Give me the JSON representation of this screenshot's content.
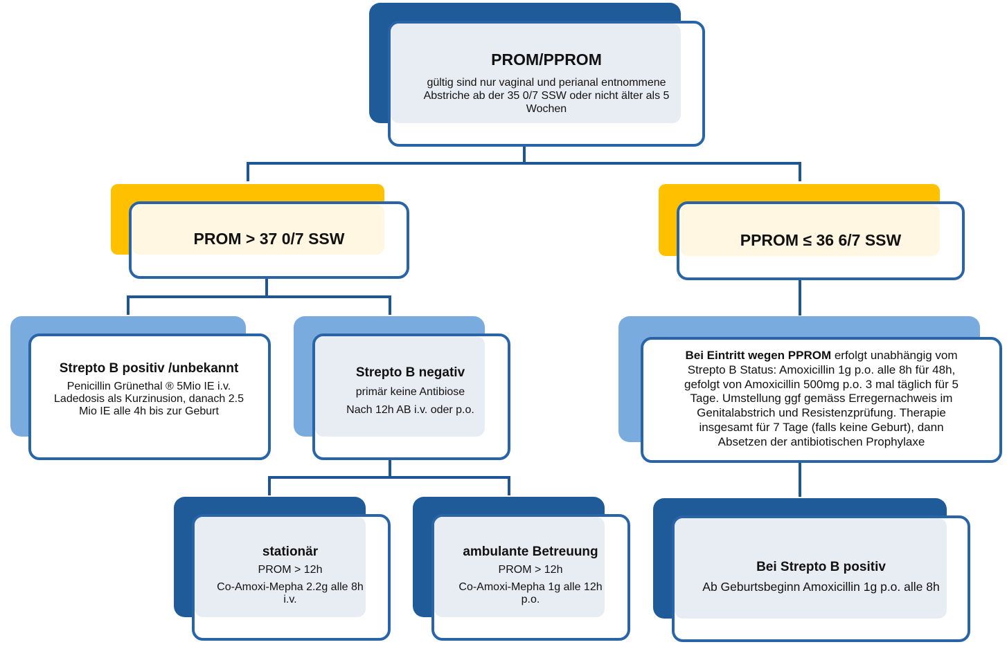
{
  "colors": {
    "connector": "#1e5596",
    "border": "#2a64a8",
    "shadow_dark": "#1f5b98",
    "shadow_light": "#7aabdf",
    "shadow_gold": "#ffc000",
    "fill_blue": "#e8edf4",
    "fill_cream": "#fff7e1",
    "fill_white": "#ffffff"
  },
  "nodes": {
    "root": {
      "title": "PROM/PPROM",
      "lines": [
        "gültig sind nur vaginal und perianal entnommene",
        "Abstriche ab der 35 0/7 SSW oder nicht älter als 5",
        "Wochen"
      ]
    },
    "prom": {
      "title": "PROM > 37 0/7 SSW"
    },
    "pprom": {
      "title": "PPROM ≤ 36 6/7 SSW"
    },
    "strepto_pos": {
      "title": "Strepto B positiv /unbekannt",
      "lines": [
        "Penicillin Grünethal ® 5Mio IE i.v.",
        "Ladedosis als Kurzinusion, danach 2.5",
        "Mio IE alle 4h bis zur Geburt"
      ]
    },
    "strepto_neg": {
      "title": "Strepto B negativ",
      "lines": [
        "primär keine Antibiose",
        "Nach 12h AB i.v. oder p.o."
      ]
    },
    "stationaer": {
      "title": "stationär",
      "lines": [
        "PROM > 12h",
        "Co-Amoxi-Mepha 2.2g alle 8h",
        "i.v."
      ]
    },
    "ambulant": {
      "title": "ambulante Betreuung",
      "lines": [
        "PROM > 12h",
        "Co-Amoxi-Mepha 1g alle 12h",
        "p.o."
      ]
    },
    "pprom_info": {
      "title": "Bei Eintritt wegen PPROM",
      "lead": "erfolgt unabhängig vom",
      "lines": [
        "Strepto B Status: Amoxicillin 1g p.o. alle 8h für 48h,",
        "gefolgt von Amoxicillin 500mg p.o. 3 mal täglich für 5",
        "Tage. Umstellung ggf gemäss Erregernachweis im",
        "Genitalabstrich und Resistenzprüfung. Therapie",
        "insgesamt für 7 Tage (falls keine Geburt), dann",
        "Absetzen der antibiotischen Prophylaxe"
      ]
    },
    "strepto_b_pos": {
      "title": "Bei Strepto B positiv",
      "lines": [
        "Ab Geburtsbeginn Amoxicillin 1g p.o. alle 8h"
      ]
    }
  }
}
